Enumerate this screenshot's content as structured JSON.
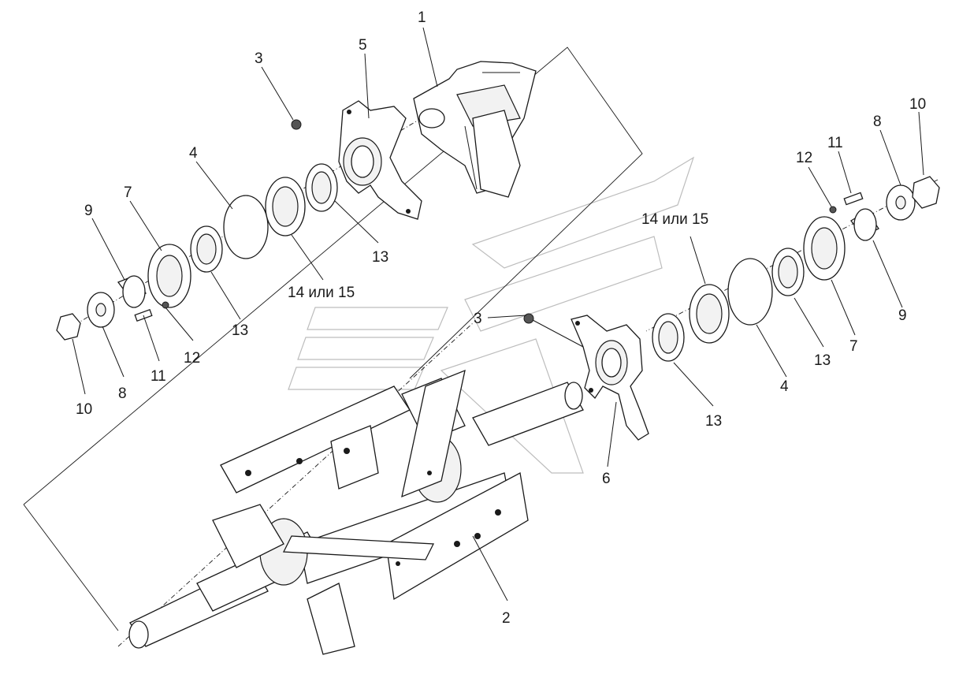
{
  "callouts": {
    "c1": "1",
    "c2": "2",
    "c3_top": "3",
    "c3_mid": "3",
    "c4_left": "4",
    "c4_right": "4",
    "c5": "5",
    "c6": "6",
    "c7_left": "7",
    "c7_right": "7",
    "c8_left": "8",
    "c8_right": "8",
    "c9_left": "9",
    "c9_right": "9",
    "c10_left": "10",
    "c10_right": "10",
    "c11_left": "11",
    "c11_right": "11",
    "c12_left": "12",
    "c12_right": "12",
    "c13_a": "13",
    "c13_b": "13",
    "c13_c": "13",
    "c13_d": "13",
    "c1415_left": "14 или 15",
    "c1415_right": "14 или 15"
  }
}
